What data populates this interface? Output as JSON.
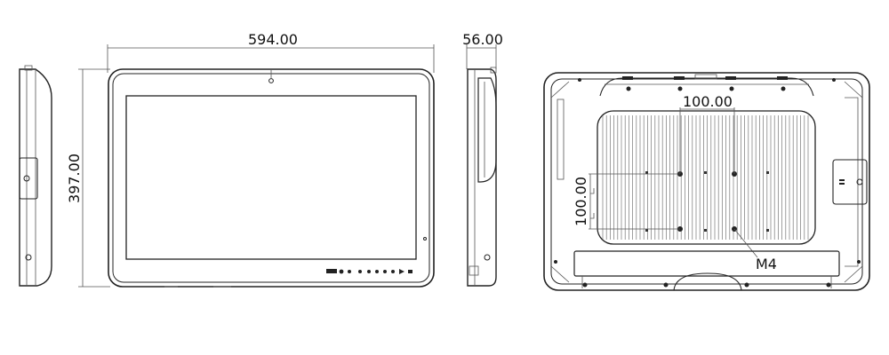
{
  "drawing": {
    "front_view": {
      "width_dimension": "594.00",
      "height_dimension": "397.00"
    },
    "side_view": {
      "depth_dimension": "56.00"
    },
    "rear_view": {
      "vesa_horizontal": "100.00",
      "vesa_vertical": "100.00",
      "screw_label": "M4"
    },
    "line_color": "#222222"
  }
}
